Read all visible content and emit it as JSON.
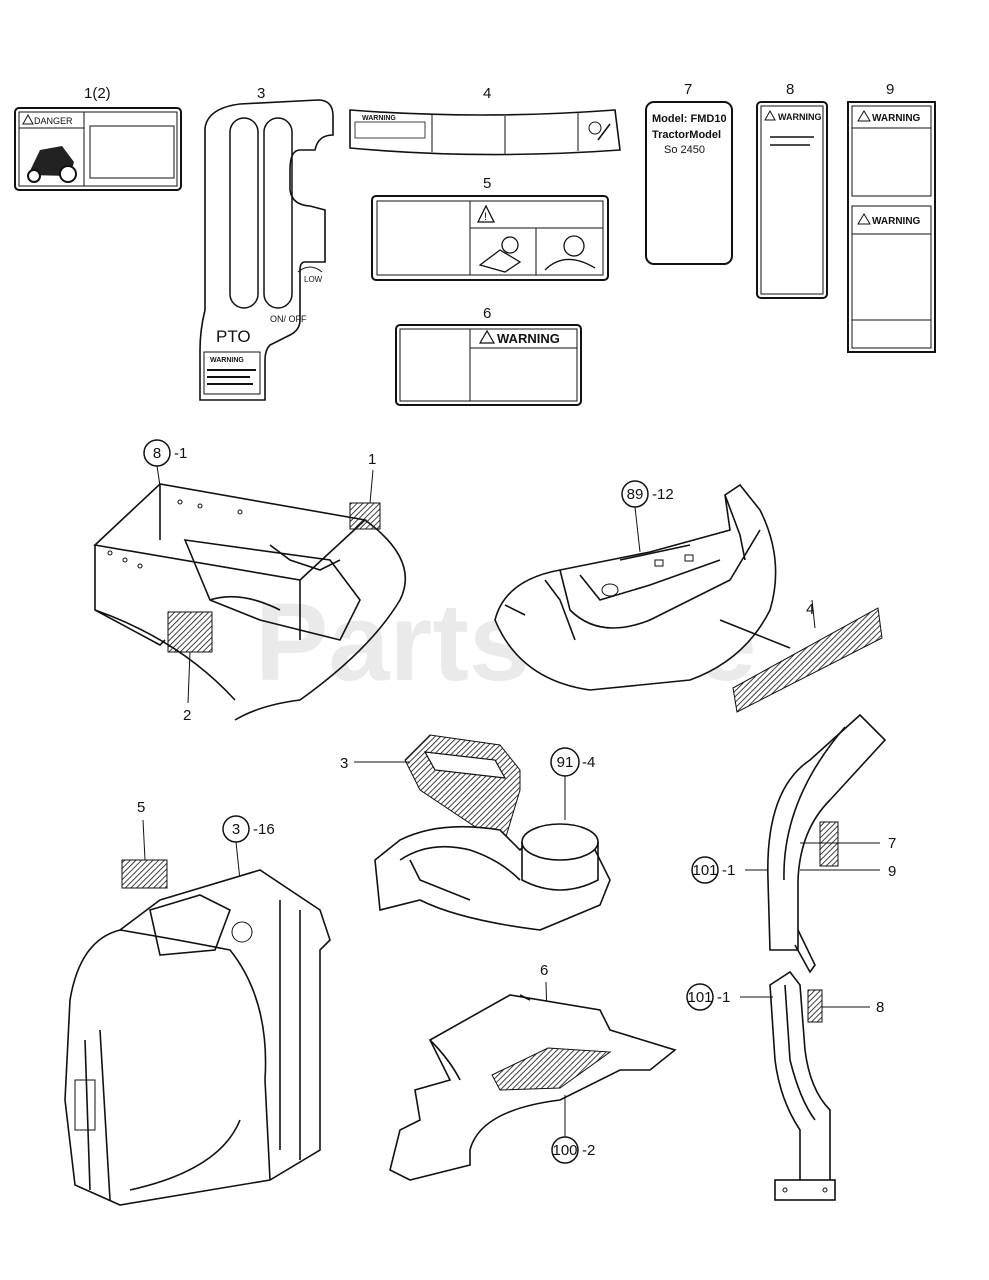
{
  "watermark": "PartsTree",
  "callouts": {
    "c1_2": "1(2)",
    "c3": "3",
    "c4": "4",
    "c5": "5",
    "c6": "6",
    "c7": "7",
    "c8": "8",
    "c9": "9",
    "frame_label": "1",
    "frame_label2": "2",
    "hood_label4": "4",
    "cover_label3": "3",
    "radiator_label5": "5",
    "plate_label6": "6",
    "rops_label7": "7",
    "rops_label9": "9",
    "rops_label8": "8"
  },
  "ref_circles": {
    "r8": "8",
    "r8_suffix": "-1",
    "r89": "89",
    "r89_suffix": "-12",
    "r91": "91",
    "r91_suffix": "-4",
    "r3": "3",
    "r3_suffix": "-16",
    "r101a": "101",
    "r101a_suffix": "-1",
    "r101b": "101",
    "r101b_suffix": "-1",
    "r100": "100",
    "r100_suffix": "-2"
  },
  "decals": {
    "danger_title": "DANGER",
    "pto_text": "PTO",
    "pto_onoff": "ON/ OFF",
    "pto_low": "LOW",
    "pto_warning": "WARNING",
    "warning4": "WARNING",
    "warning6": "WARNING",
    "model_line1": "Model: FMD10",
    "model_line2": "TractorModel",
    "model_line3": "So 2450",
    "warning8": "WARNING",
    "warning9a": "WARNING",
    "warning9b": "WARNING"
  }
}
